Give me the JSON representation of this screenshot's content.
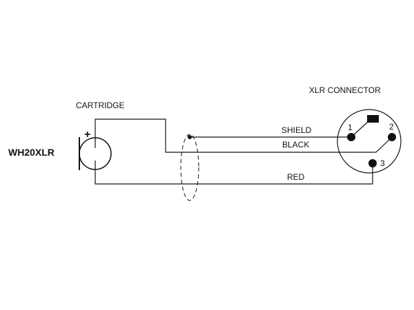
{
  "device_label": "WH20XLR",
  "cartridge_label": "CARTRIDGE",
  "connector_label": "XLR CONNECTOR",
  "polarity_symbol": "+",
  "wires": {
    "shield": "SHIELD",
    "black": "BLACK",
    "red": "RED"
  },
  "pins": {
    "pin1": "1",
    "pin2": "2",
    "pin3": "3"
  },
  "colors": {
    "line": "#111111",
    "background": "#ffffff"
  }
}
